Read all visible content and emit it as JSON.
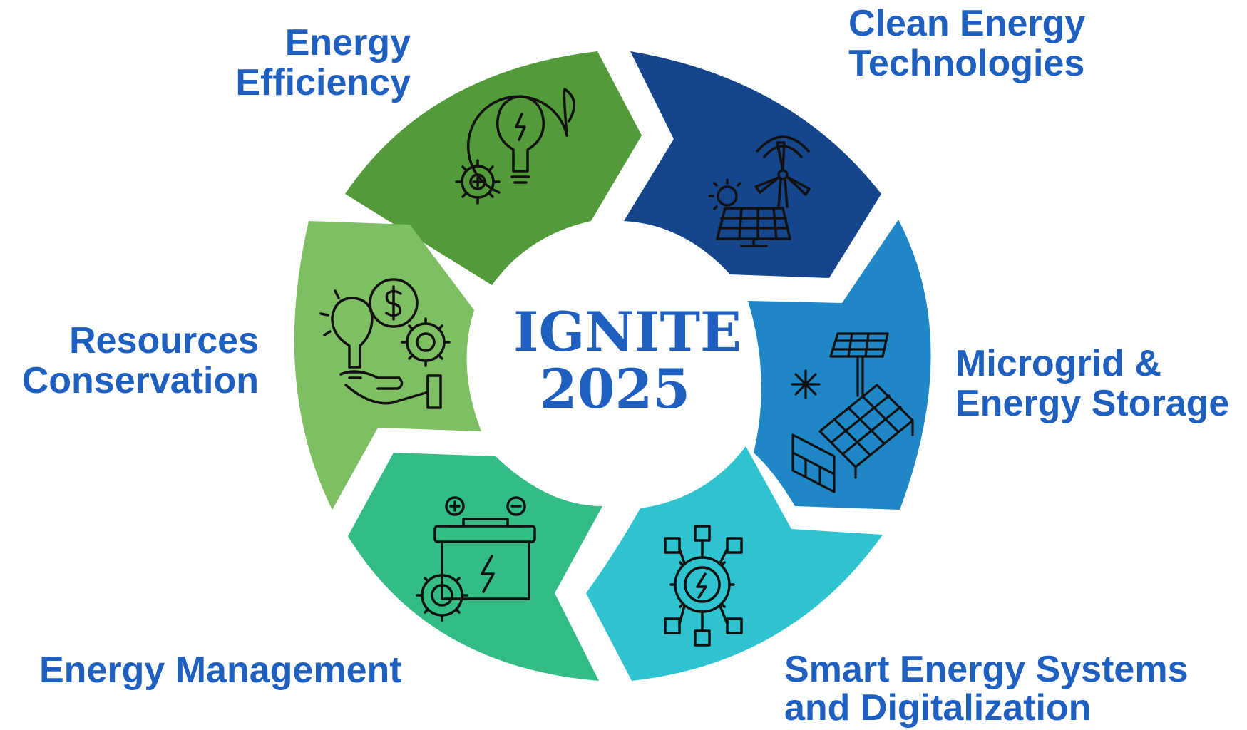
{
  "center": {
    "line1": "IGNITE",
    "line2": "2025"
  },
  "segments": [
    {
      "id": "energy-efficiency",
      "lines": [
        "Energy",
        "Efficiency"
      ],
      "color": "#539b3a",
      "icon": "lightbulb-leaf-gear-icon"
    },
    {
      "id": "clean-energy-technologies",
      "lines": [
        "Clean Energy",
        "Technologies"
      ],
      "color": "#15458a",
      "icon": "wind-turbine-solar-panel-icon"
    },
    {
      "id": "microgrid-energy-storage",
      "lines": [
        "Microgrid &",
        "Energy Storage"
      ],
      "color": "#1f87c6",
      "icon": "solar-array-storage-icon"
    },
    {
      "id": "smart-energy-systems",
      "lines": [
        "Smart Energy Systems",
        "and Digitalization"
      ],
      "color": "#2ec3ce",
      "icon": "network-gear-bolt-icon"
    },
    {
      "id": "energy-management",
      "lines": [
        "Energy Management"
      ],
      "color": "#33bd85",
      "icon": "battery-gear-icon"
    },
    {
      "id": "resources-conservation",
      "lines": [
        "Resources",
        "Conservation"
      ],
      "color": "#7dbf62",
      "icon": "hand-bulb-coin-gear-icon"
    }
  ],
  "colors": {
    "label_text": "#1f5fbf",
    "icon_stroke": "#111111",
    "background": "#ffffff"
  }
}
